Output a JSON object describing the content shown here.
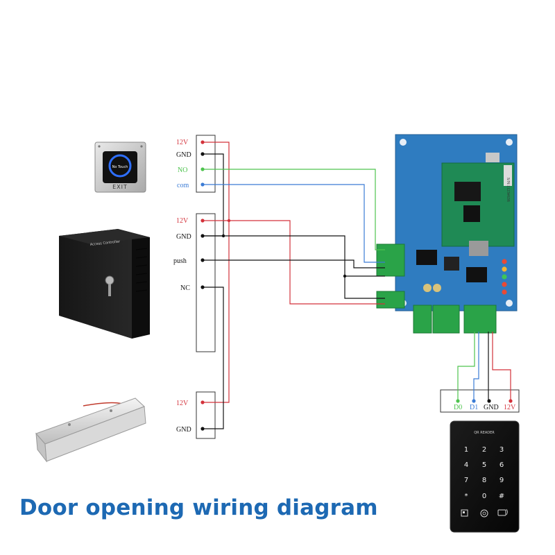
{
  "title": "Door opening wiring diagram",
  "exit_button": {
    "touch_text": "No Touch",
    "exit_text": "EXIT",
    "terminals": [
      "12V",
      "GND",
      "NO",
      "com"
    ]
  },
  "power_supply": {
    "brand_text": "Access Controller",
    "terminals": [
      "12V",
      "GND",
      "push",
      "NC"
    ]
  },
  "magnetic_lock": {
    "terminals": [
      "12V",
      "GND"
    ]
  },
  "controller_board": {
    "serial_text": "S/N:1123#638"
  },
  "reader": {
    "header_text": "QR READER",
    "keys": [
      "1",
      "2",
      "3",
      "4",
      "5",
      "6",
      "7",
      "8",
      "9",
      "*",
      "0",
      "#"
    ],
    "terminals": [
      "D0",
      "D1",
      "GND",
      "12V"
    ]
  },
  "colors": {
    "red": "#d3313a",
    "green": "#4ec34e",
    "blue": "#3a7bd5",
    "black": "#111111",
    "title": "#1d69b3",
    "pcb": "#2f7cc0"
  }
}
